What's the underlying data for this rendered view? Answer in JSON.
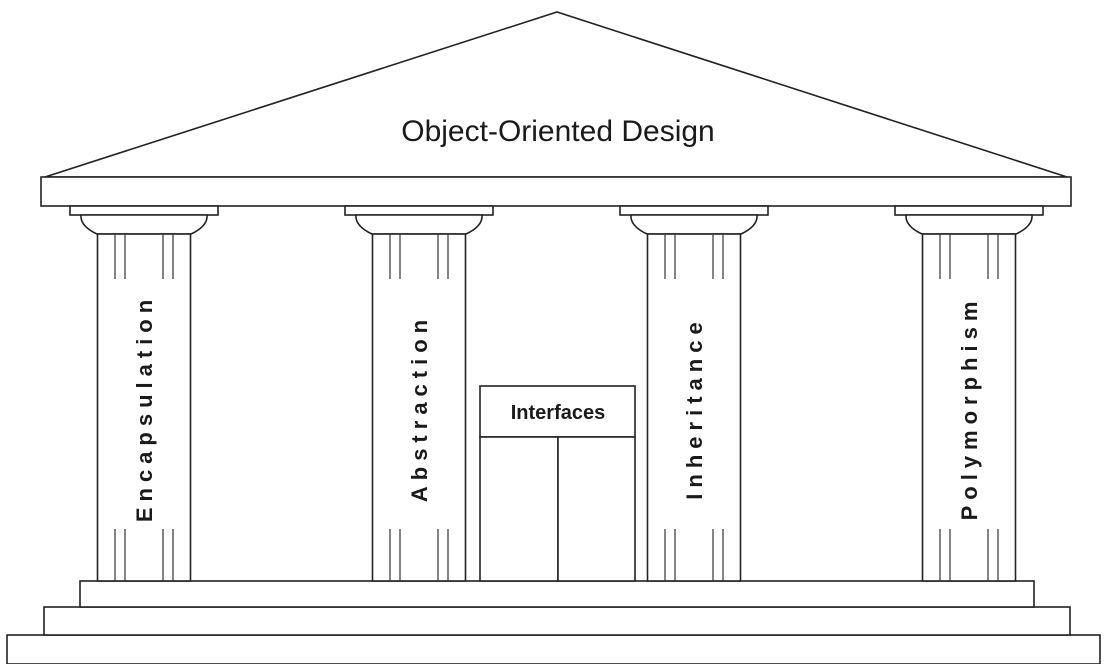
{
  "diagram": {
    "roof_title": "Object-Oriented Design",
    "pillars": [
      {
        "label": "Encapsulation"
      },
      {
        "label": "Abstraction"
      },
      {
        "label": "Inheritance"
      },
      {
        "label": "Polymorphism"
      }
    ],
    "door_label": "Interfaces",
    "colors": {
      "stroke": "#222222",
      "fill": "#ffffff",
      "text": "#1a1a1a"
    }
  }
}
